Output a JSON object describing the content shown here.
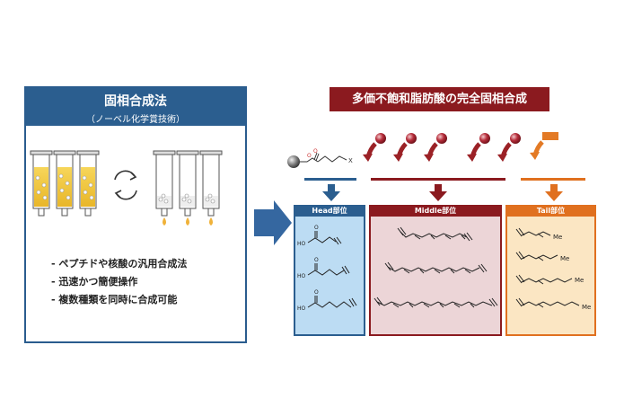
{
  "left": {
    "title": "固相合成法",
    "subtitle": "（ノーベル化学賞技術）",
    "bullets": [
      "- ペプチドや核酸の汎用合成法",
      "- 迅速かつ簡便操作",
      "- 複数種類を同時に合成可能"
    ]
  },
  "right": {
    "title": "多価不飽和脂肪酸の完全固相合成",
    "sections": [
      {
        "label": "Head部位"
      },
      {
        "label": "Middle部位"
      },
      {
        "label": "Tail部位"
      }
    ],
    "atoms": {
      "o": "O",
      "x": "X",
      "ho": "HO",
      "me": "Me"
    }
  },
  "colors": {
    "blue": "#2b5e8f",
    "red": "#8b1a1f",
    "orange": "#e0701f",
    "head_bg": "#bcdcf3",
    "middle_bg": "#ecd5d7",
    "tail_bg": "#fbe6c3"
  }
}
